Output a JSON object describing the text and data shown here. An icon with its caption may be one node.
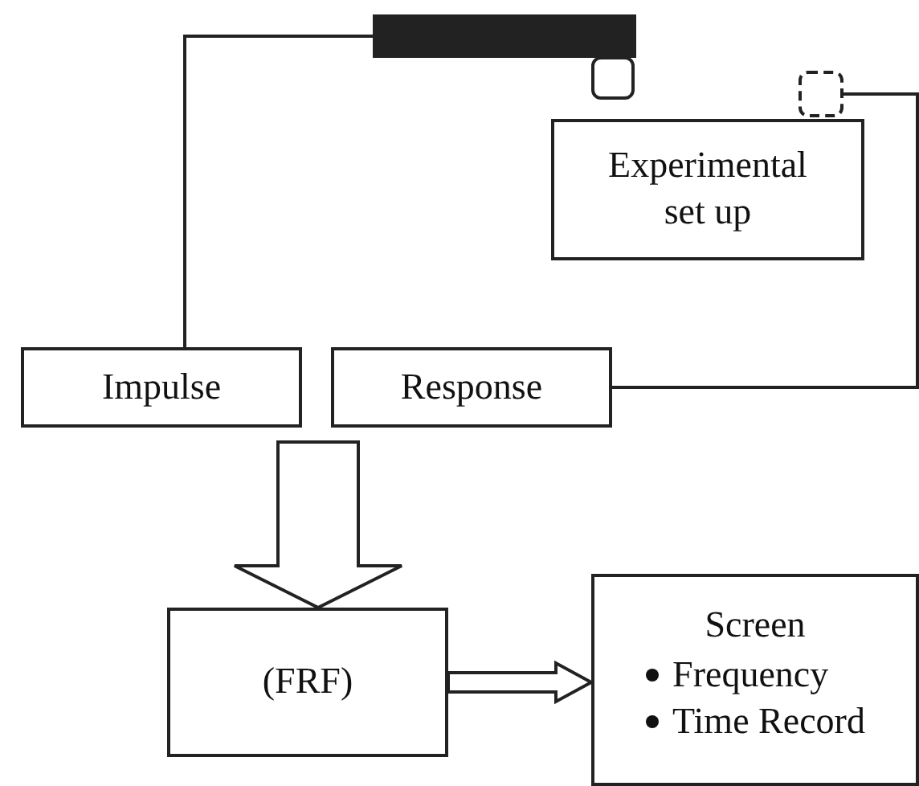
{
  "diagram": {
    "nodes": [
      {
        "text": [],
        "shape": "bar"
      },
      {
        "text": [],
        "shape": "box"
      },
      {
        "text": [],
        "shape": "box"
      },
      {
        "text": [
          "Experimental set up"
        ]
      },
      {
        "text": [
          "Impulse"
        ]
      },
      {
        "text": [
          "Response"
        ]
      },
      {
        "text": [
          "(FRF)"
        ]
      },
      {
        "text": [
          "Screen",
          "Frequency",
          "Time Record"
        ]
      }
    ],
    "edges": [
      {
        "from": 0,
        "to": 4,
        "arrow": "none"
      },
      {
        "from": 2,
        "to": 5,
        "arrow": "none"
      },
      {
        "from": 4,
        "to": 6,
        "arrow": "to",
        "style": "thick"
      },
      {
        "from": 5,
        "to": 6,
        "arrow": "to",
        "style": "thick"
      },
      {
        "from": 6,
        "to": 7,
        "arrow": "to",
        "style": "thick"
      }
    ]
  }
}
